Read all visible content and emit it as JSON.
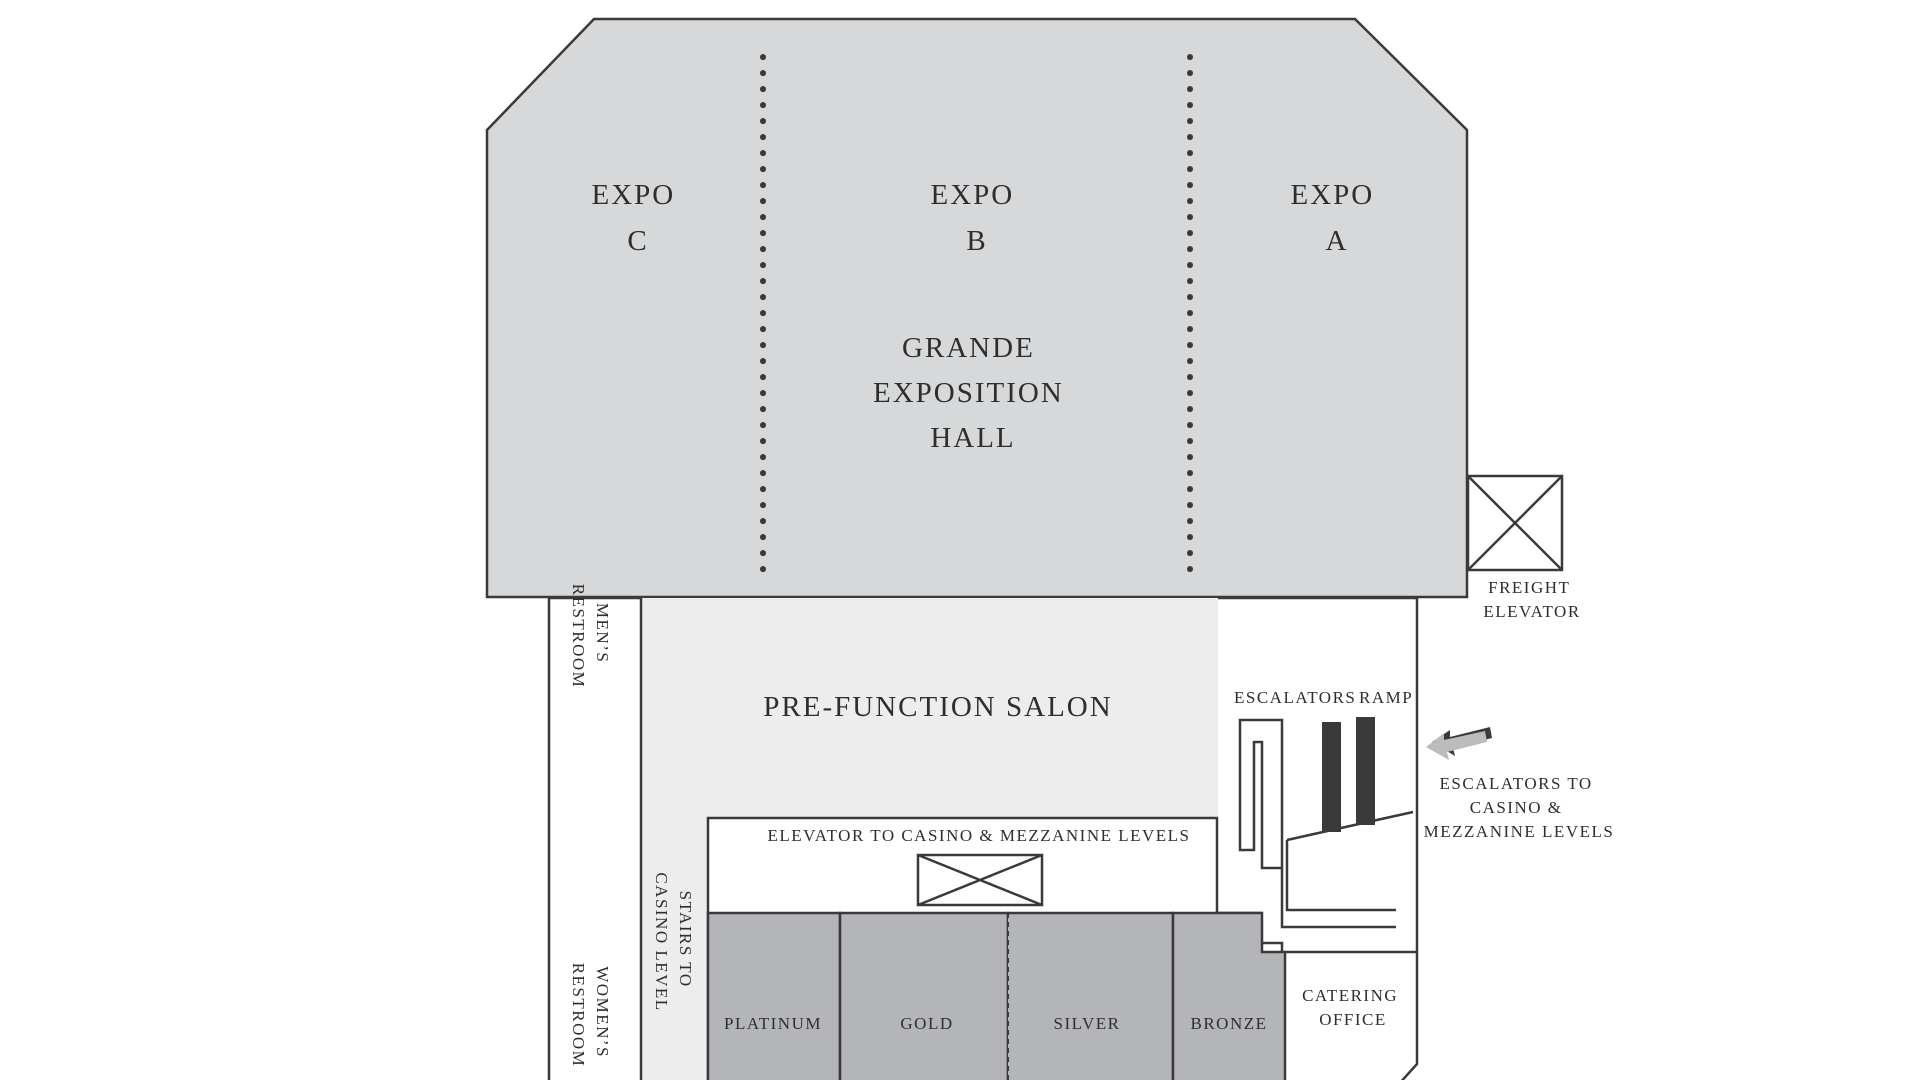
{
  "map": {
    "expo_c": {
      "line1": "EXPO",
      "line2": "C"
    },
    "expo_b": {
      "line1": "EXPO",
      "line2": "B"
    },
    "expo_a": {
      "line1": "EXPO",
      "line2": "A"
    },
    "grande_hall": {
      "line1": "GRANDE",
      "line2": "EXPOSITION",
      "line3": "HALL"
    },
    "freight_elevator": {
      "line1": "FREIGHT",
      "line2": "ELEVATOR"
    },
    "mens_restroom": {
      "line1": "MEN’S",
      "line2": "RESTROOM"
    },
    "womens_restroom": {
      "line1": "WOMEN’S",
      "line2": "RESTROOM"
    },
    "stairs": {
      "line1": "STAIRS TO",
      "line2": "CASINO LEVEL"
    },
    "pre_function_salon": "PRE-FUNCTION SALON",
    "escalators_label": "ESCALATORS",
    "ramp_label": "RAMP",
    "escalators_to": {
      "line1": "ESCALATORS TO",
      "line2": "CASINO &",
      "line3": "MEZZANINE LEVELS"
    },
    "elevator_to_casino": "ELEVATOR TO CASINO & MEZZANINE LEVELS",
    "rooms": [
      "PLATINUM",
      "GOLD",
      "SILVER",
      "BRONZE"
    ],
    "catering_office": {
      "line1": "CATERING",
      "line2": "OFFICE"
    }
  },
  "colors": {
    "hall_fill": "#d7d8da",
    "salon_fill": "#ededed",
    "room_fill": "#b4b5b8",
    "wall": "#3a3a3a",
    "escalator_bar": "#3a3a3a",
    "arrow_fill": "#bcbcbc"
  },
  "icons": [
    "elevator-x-icon",
    "arrow-icon",
    "escalator-icon",
    "ramp-icon"
  ]
}
